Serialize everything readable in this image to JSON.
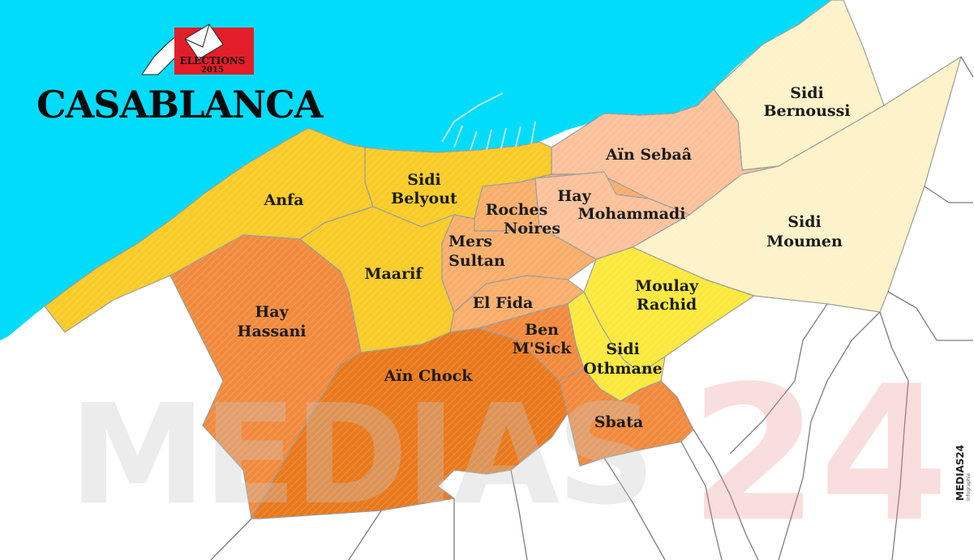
{
  "title": "CASABLANCA",
  "badge": {
    "line1": "ELECTIONS",
    "line2": "2015"
  },
  "watermark": {
    "text": "MEDIAS",
    "number": "24"
  },
  "side_logo": {
    "text": "MEDIAS24",
    "small": "Infographie"
  },
  "colors": {
    "ocean": "#00dcfa",
    "yellow": "#f9cb27",
    "bright_yellow": "#fce83d",
    "light_orange": "#f8ae6b",
    "peach": "#fbc19a",
    "orange": "#f28a3e",
    "dark_orange": "#e9791c",
    "cream": "#fdf2c8",
    "badge_red": "#e21e2a"
  },
  "districts": {
    "sidi_bernoussi": {
      "line1": "Sidi",
      "line2": "Bernoussi"
    },
    "ain_sebaa": {
      "line1": "Aïn Sebaâ"
    },
    "sidi_belyout": {
      "line1": "Sidi",
      "line2": "Belyout"
    },
    "anfa": {
      "line1": "Anfa"
    },
    "hay_mohammadi": {
      "line1": "Hay",
      "line2": "Mohammadi"
    },
    "roches_noires": {
      "line1": "Roches",
      "line2": "Noires"
    },
    "sidi_moumen": {
      "line1": "Sidi",
      "line2": "Moumen"
    },
    "mers_sultan": {
      "line1": "Mers",
      "line2": "Sultan"
    },
    "maarif": {
      "line1": "Maarif"
    },
    "hay_hassani": {
      "line1": "Hay",
      "line2": "Hassani"
    },
    "moulay_rachid": {
      "line1": "Moulay",
      "line2": "Rachid"
    },
    "el_fida": {
      "line1": "El Fida"
    },
    "ben_msick": {
      "line1": "Ben",
      "line2": "M'Sick"
    },
    "sidi_othmane": {
      "line1": "Sidi",
      "line2": "Othmane"
    },
    "ain_chock": {
      "line1": "Aïn Chock"
    },
    "sbata": {
      "line1": "Sbata"
    }
  }
}
